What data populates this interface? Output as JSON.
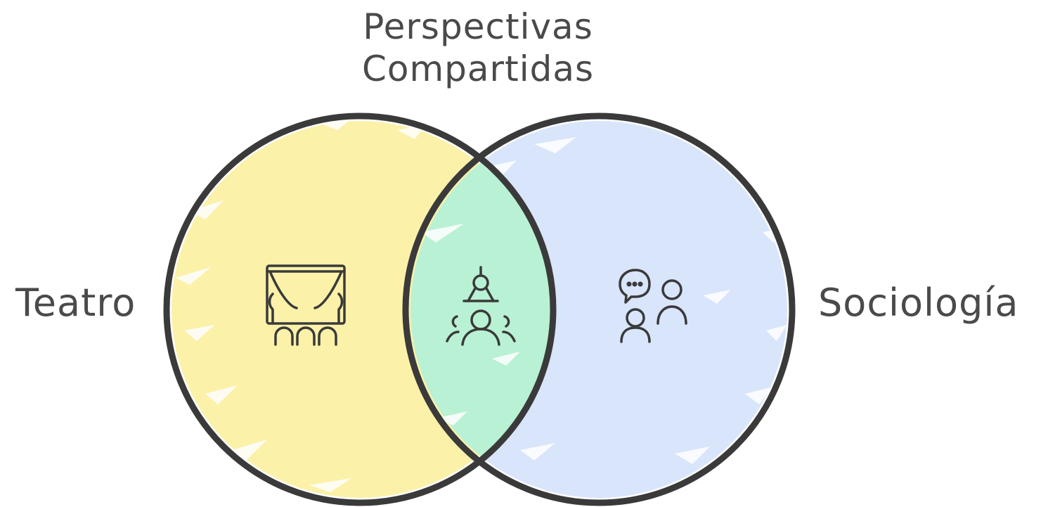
{
  "title": {
    "line1": "Perspectivas",
    "line2": "Compartidas"
  },
  "sets": {
    "left": {
      "label": "Teatro",
      "icon": "theater-stage-icon",
      "color": "#fbf1a9"
    },
    "right": {
      "label": "Sociología",
      "icon": "conversation-people-icon",
      "color": "#d8e5fb"
    },
    "intersection": {
      "icon": "group-collaboration-icon",
      "color": "#b9f1d4"
    }
  },
  "stroke_color": "#3a3a3a"
}
